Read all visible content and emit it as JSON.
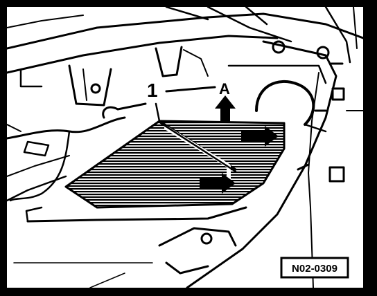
{
  "diagram": {
    "callouts": {
      "part": "1",
      "arrow": "A"
    },
    "reference_code": "N02-0309",
    "colors": {
      "ink": "#000000",
      "paper": "#ffffff"
    }
  }
}
